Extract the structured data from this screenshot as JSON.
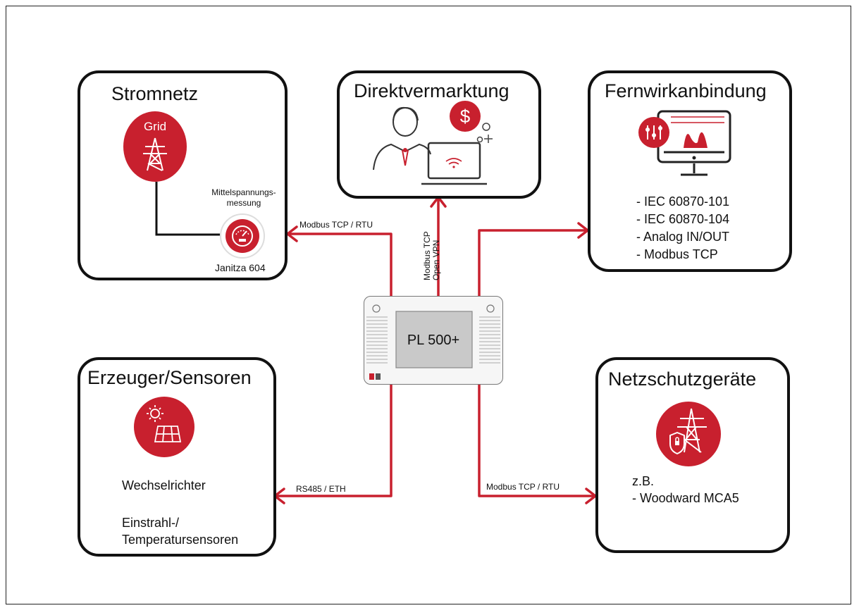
{
  "colors": {
    "accent": "#c8202e",
    "line": "#c8202e",
    "border": "#111111"
  },
  "hub": {
    "label": "PL 500+"
  },
  "boxes": {
    "stromnetz": {
      "title": "Stromnetz",
      "grid_label": "Grid",
      "measure_label": "Mittelspannungs-\nmessung",
      "meter_label": "Janitza 604",
      "icons": [
        "power-tower-icon",
        "meter-gauge-icon"
      ]
    },
    "direktvermarktung": {
      "title": "Direktvermarktung",
      "icons": [
        "person-icon",
        "laptop-icon",
        "dollar-coin-icon"
      ]
    },
    "fernwirk": {
      "title": "Fernwirkanbindung",
      "items": [
        "- IEC 60870-101",
        "- IEC 60870-104",
        "- Analog IN/OUT",
        "- Modbus TCP"
      ],
      "icons": [
        "monitor-chart-icon",
        "sliders-icon"
      ]
    },
    "erzeuger": {
      "title": "Erzeuger/Sensoren",
      "items": [
        "Wechselrichter",
        "Einstrahl-/\nTemperatursensoren"
      ],
      "icons": [
        "solar-panel-icon"
      ]
    },
    "netzschutz": {
      "title": "Netzschutzgeräte",
      "items": [
        "z.B.",
        "- Woodward MCA5"
      ],
      "icons": [
        "tower-shield-icon"
      ]
    }
  },
  "connections": {
    "stromnetz": "Modbus TCP / RTU",
    "direktvermarktung": [
      "Modbus TCP",
      "Open VPN"
    ],
    "erzeuger": "RS485 / ETH",
    "netzschutz": "Modbus TCP / RTU"
  }
}
